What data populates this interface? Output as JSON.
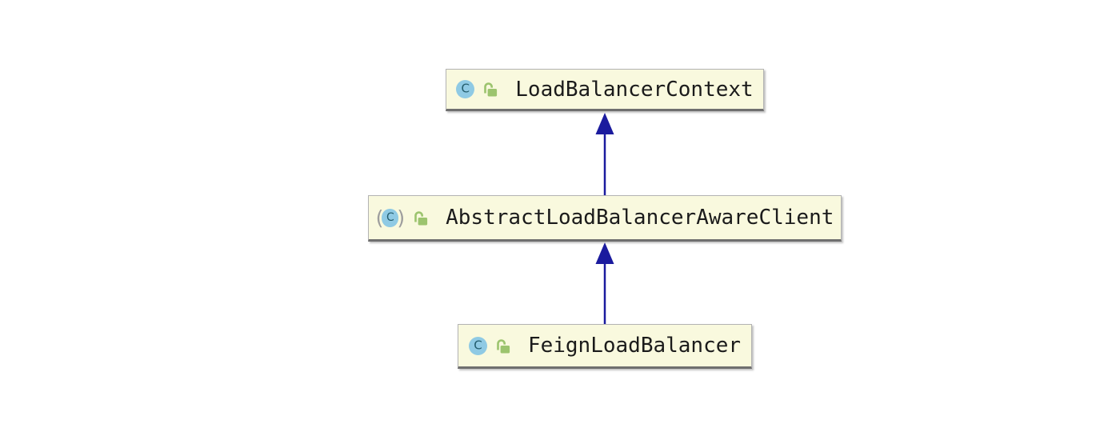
{
  "diagram": {
    "type": "uml-class-diagram",
    "title": "",
    "nodes": [
      {
        "label": "LoadBalancerContext",
        "kind": "class",
        "visibility": "public"
      },
      {
        "label": "AbstractLoadBalancerAwareClient",
        "kind": "abstract-class",
        "visibility": "public"
      },
      {
        "label": "FeignLoadBalancer",
        "kind": "class",
        "visibility": "public"
      }
    ],
    "edges": [
      {
        "from": "AbstractLoadBalancerAwareClient",
        "to": "LoadBalancerContext",
        "relation": "extends"
      },
      {
        "from": "FeignLoadBalancer",
        "to": "AbstractLoadBalancerAwareClient",
        "relation": "extends"
      }
    ]
  },
  "icons": {
    "class_letter": "C",
    "paren_open": "(",
    "paren_close": ")"
  },
  "colors": {
    "canvas_bg": "#ffffff",
    "node_bg": "#f9f9de",
    "node_border": "#b3b3b3",
    "node_border_bottom": "#6f6f6f",
    "edge_navy": "#1b1b9e",
    "class_icon_bg": "#8fcae4",
    "class_icon_letter": "#235d6d",
    "abstract_paren_gray": "#9d9d9d",
    "lock_green": "#9cc46e",
    "label_text": "#1b1b1b"
  }
}
